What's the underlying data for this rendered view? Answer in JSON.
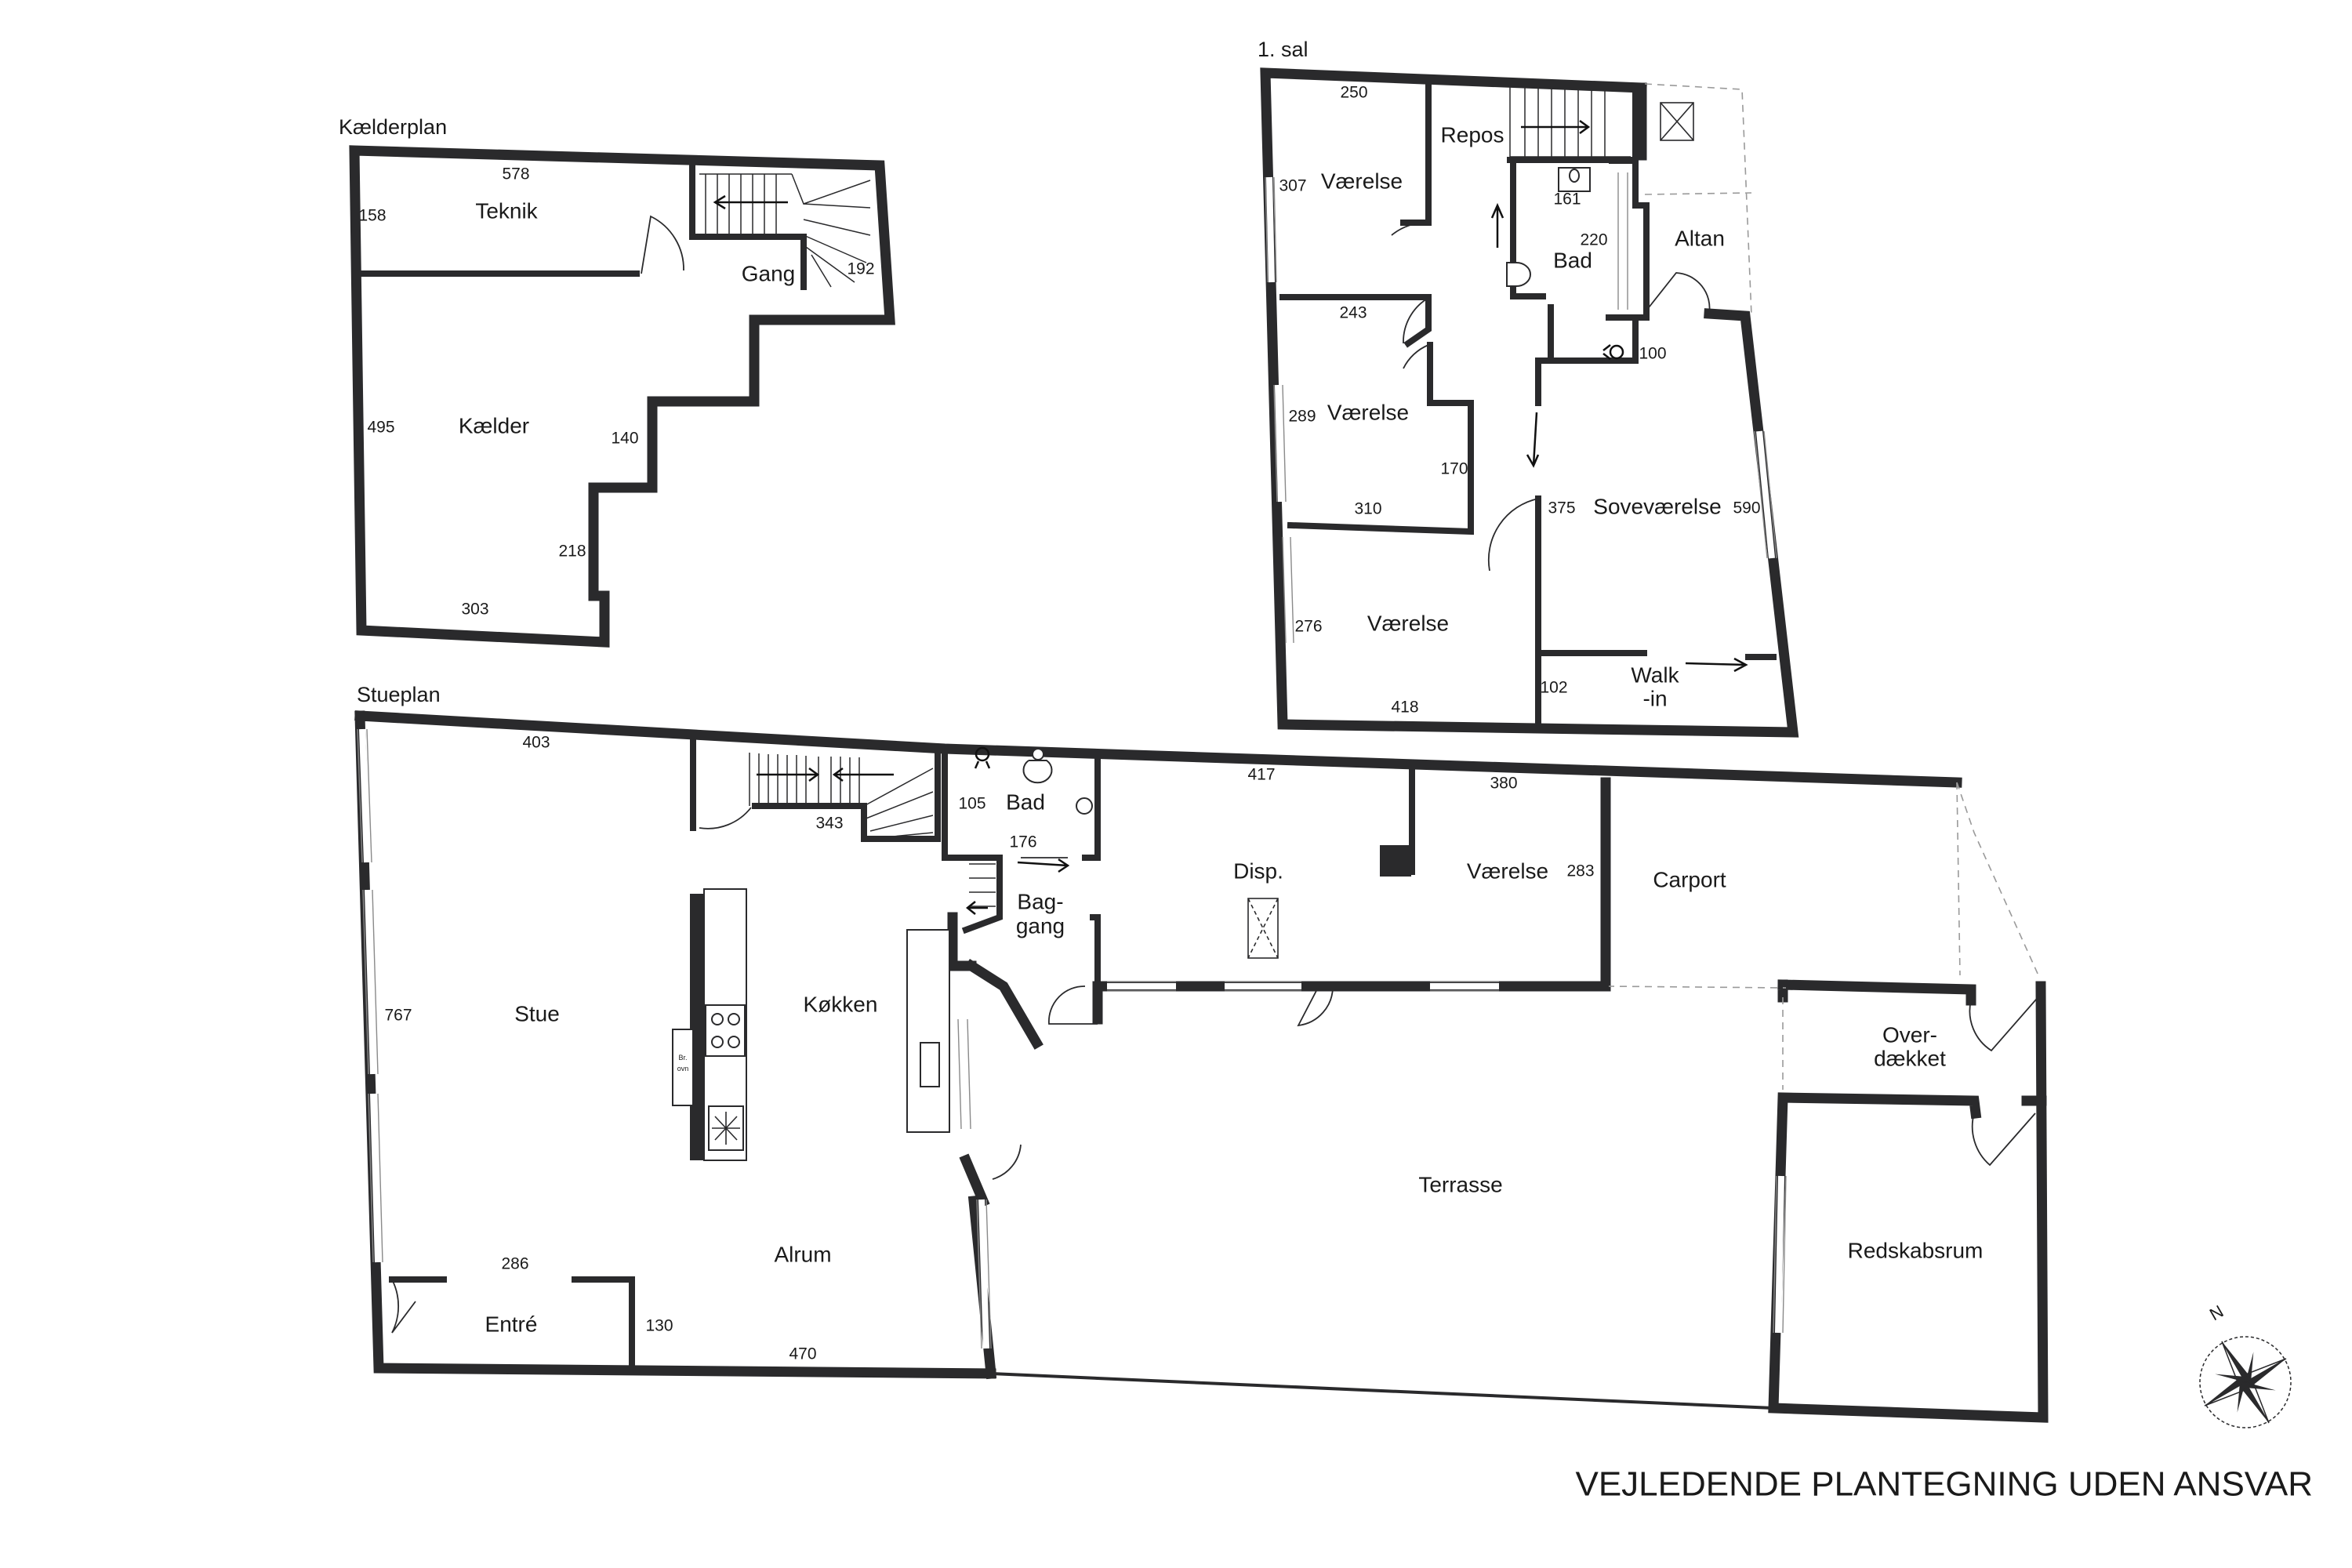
{
  "plans": {
    "basement": "Kælderplan",
    "upper": "1. sal",
    "ground": "Stueplan"
  },
  "basement_rooms": {
    "teknik": "Teknik",
    "gang": "Gang",
    "kaelder": "Kælder"
  },
  "basement_dims": {
    "top": "578",
    "teknik_side": "158",
    "gang_side": "192",
    "left": "495",
    "step1": "140",
    "step2": "218",
    "bottom": "303"
  },
  "upper_rooms": {
    "vaerelse1": "Værelse",
    "repos": "Repos",
    "bad": "Bad",
    "altan": "Altan",
    "vaerelse2": "Værelse",
    "sovevaerelse": "Soveværelse",
    "vaerelse3": "Værelse",
    "walkin_line1": "Walk",
    "walkin_line2": "-in"
  },
  "upper_dims": {
    "d250": "250",
    "d307": "307",
    "d161": "161",
    "d220": "220",
    "d243": "243",
    "d100": "100",
    "d289": "289",
    "d170": "170",
    "d310": "310",
    "d375": "375",
    "d590": "590",
    "d276": "276",
    "d102": "102",
    "d418": "418"
  },
  "ground_rooms": {
    "stue": "Stue",
    "koekken": "Køkken",
    "bad": "Bad",
    "baggang_line1": "Bag-",
    "baggang_line2": "gang",
    "disp": "Disp.",
    "vaerelse": "Værelse",
    "carport": "Carport",
    "overdaekket_line1": "Over-",
    "overdaekket_line2": "dækket",
    "terrasse": "Terrasse",
    "redskabsrum": "Redskabsrum",
    "alrum": "Alrum",
    "entre": "Entré"
  },
  "ground_dims": {
    "d403": "403",
    "d343": "343",
    "d105": "105",
    "d176": "176",
    "d417": "417",
    "d380": "380",
    "d283": "283",
    "d767": "767",
    "d286": "286",
    "d130": "130",
    "d470": "470"
  },
  "appliances": {
    "oven_line1": "Br.",
    "oven_line2": "ovn"
  },
  "compass": {
    "north_label": "N"
  },
  "disclaimer": "VEJLEDENDE PLANTEGNING UDEN ANSVAR",
  "colors": {
    "wall": "#2a2a2c",
    "window": "#8a8a8a",
    "dashed_outline": "#9a9a9a",
    "background": "#ffffff"
  }
}
